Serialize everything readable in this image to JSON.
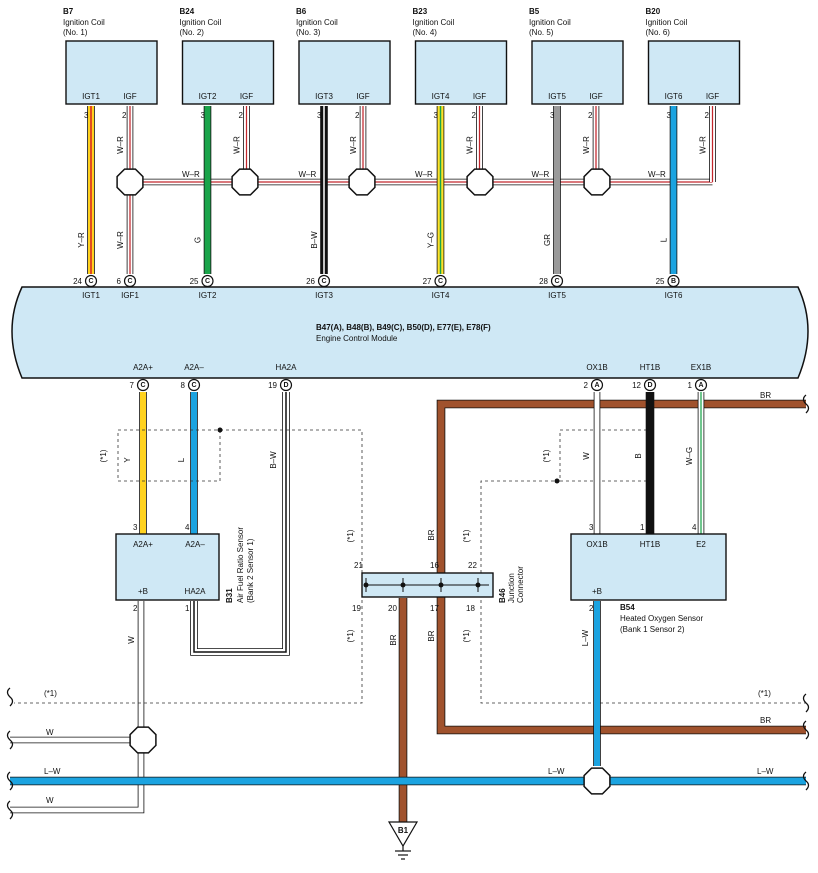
{
  "coils": [
    {
      "code": "B7",
      "name": "Ignition Coil",
      "no": "(No. 1)",
      "pin_a": "IGT1",
      "pin_b": "IGF",
      "num_a": "3",
      "num_b": "2",
      "wire": "Y–R",
      "ecm_num": "24",
      "ecm_conn": "C",
      "ecm_label": "IGT1",
      "color": "#ffd21f",
      "stripe": "#d92020"
    },
    {
      "code": "B24",
      "name": "Ignition Coil",
      "no": "(No. 2)",
      "pin_a": "IGT2",
      "pin_b": "IGF",
      "num_a": "3",
      "num_b": "2",
      "wire": "G",
      "ecm_num": "25",
      "ecm_conn": "C",
      "ecm_label": "IGT2",
      "color": "#1aa44a",
      "stripe": ""
    },
    {
      "code": "B6",
      "name": "Ignition Coil",
      "no": "(No. 3)",
      "pin_a": "IGT3",
      "pin_b": "IGF",
      "num_a": "3",
      "num_b": "2",
      "wire": "B–W",
      "ecm_num": "26",
      "ecm_conn": "C",
      "ecm_label": "IGT3",
      "color": "#111111",
      "stripe": "#ffffff"
    },
    {
      "code": "B23",
      "name": "Ignition Coil",
      "no": "(No. 4)",
      "pin_a": "IGT4",
      "pin_b": "IGF",
      "num_a": "3",
      "num_b": "2",
      "wire": "Y–G",
      "ecm_num": "27",
      "ecm_conn": "C",
      "ecm_label": "IGT4",
      "color": "#ffe12a",
      "stripe": "#1aa44a"
    },
    {
      "code": "B5",
      "name": "Ignition Coil",
      "no": "(No. 5)",
      "pin_a": "IGT5",
      "pin_b": "IGF",
      "num_a": "3",
      "num_b": "2",
      "wire": "GR",
      "ecm_num": "28",
      "ecm_conn": "C",
      "ecm_label": "IGT5",
      "color": "#9a9a9a",
      "stripe": ""
    },
    {
      "code": "B20",
      "name": "Ignition Coil",
      "no": "(No. 6)",
      "pin_a": "IGT6",
      "pin_b": "IGF",
      "num_a": "3",
      "num_b": "2",
      "wire": "L",
      "ecm_num": "25",
      "ecm_conn": "B",
      "ecm_label": "IGT6",
      "color": "#1ba3e0",
      "stripe": ""
    }
  ],
  "igf": {
    "wire": "W–R",
    "ecm_num": "6",
    "ecm_conn": "C",
    "ecm_label": "IGF1",
    "color": "#ffffff",
    "stripe": "#c2272d"
  },
  "ecm": {
    "codes": "B47(A), B48(B), B49(C), B50(D), E77(E), E78(F)",
    "name": "Engine Control Module"
  },
  "ecm_bottom": [
    {
      "label": "A2A+",
      "num": "7",
      "conn": "C"
    },
    {
      "label": "A2A–",
      "num": "8",
      "conn": "C"
    },
    {
      "label": "HA2A",
      "num": "19",
      "conn": "D"
    },
    {
      "label": "OX1B",
      "num": "2",
      "conn": "A"
    },
    {
      "label": "HT1B",
      "num": "12",
      "conn": "D"
    },
    {
      "label": "EX1B",
      "num": "1",
      "conn": "A"
    }
  ],
  "af_sensor": {
    "code": "B31",
    "line1": "Air Fuel Ratio Sensor",
    "line2": "(Bank 2 Sensor 1)",
    "pin1": "A2A+",
    "pin2": "A2A–",
    "pin3": "+B",
    "pin4": "HA2A",
    "n1": "3",
    "n2": "4",
    "n3": "2",
    "n4": "1"
  },
  "o2_sensor": {
    "code": "B54",
    "line1": "Heated Oxygen Sensor",
    "line2": "(Bank 1 Sensor 2)",
    "pin1": "OX1B",
    "pin2": "HT1B",
    "pin3": "E2",
    "pin4": "+B",
    "n1": "3",
    "n2": "1",
    "n3": "4",
    "n4": "2"
  },
  "junction": {
    "code": "B46",
    "line1": "Junction",
    "line2": "Connector",
    "top": [
      "21",
      "16",
      "22"
    ],
    "bottom": [
      "19",
      "20",
      "17",
      "18"
    ]
  },
  "wire_labels": {
    "y": "Y",
    "l": "L",
    "bw": "B–W",
    "w": "W",
    "b": "B",
    "wg": "W–G",
    "br": "BR",
    "lw": "L–W",
    "note": "(*1)"
  },
  "ground": "B1",
  "colors": {
    "ecm_fill": "#cfe8f5",
    "brown": "#a0522d",
    "blue": "#1ba3e0",
    "yellow": "#ffd21f",
    "black": "#111111"
  }
}
